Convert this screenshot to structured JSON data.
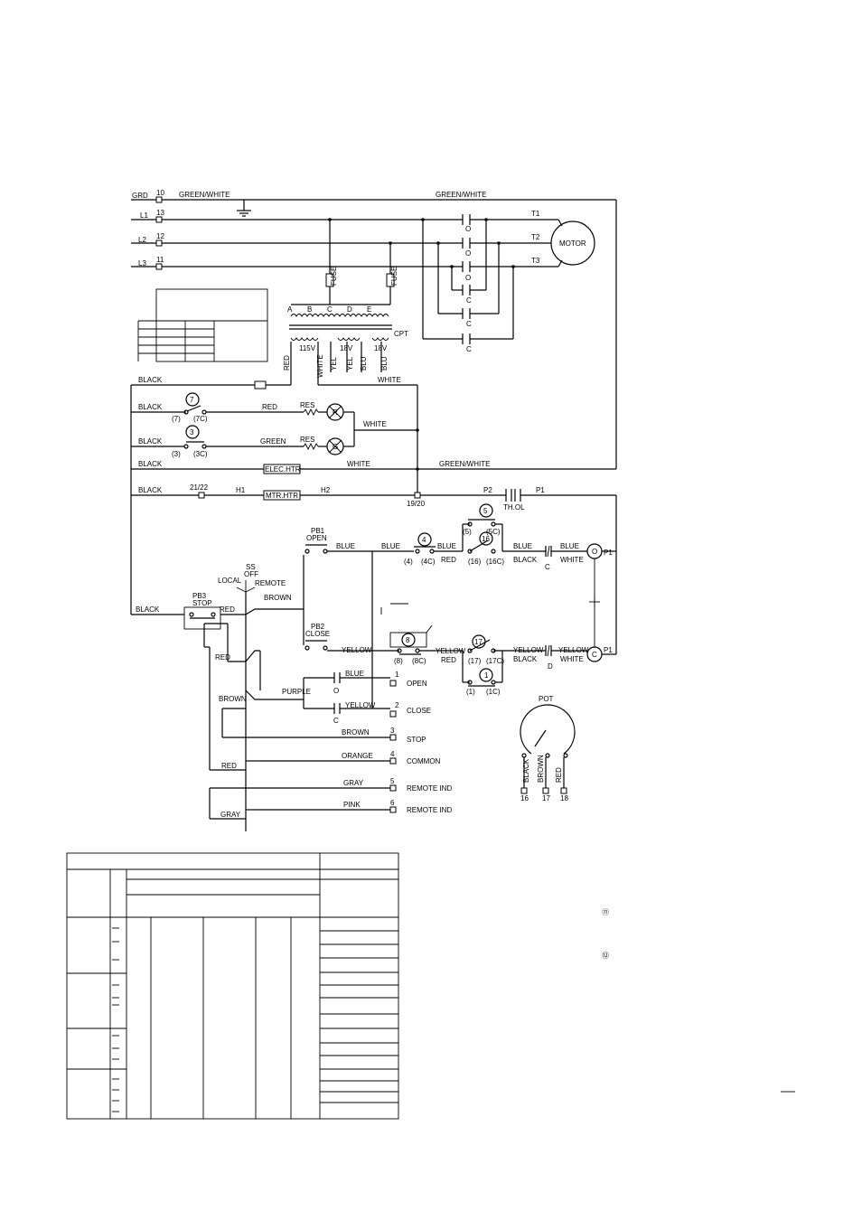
{
  "power": {
    "grd": "GRD",
    "l1": "L1",
    "l2": "L2",
    "l3": "L3",
    "t10": "10",
    "t13": "13",
    "t12": "12",
    "t11": "11",
    "green_white": "GREEN/WHITE",
    "green_white_r": "GREEN/WHITE",
    "T1": "T1",
    "T2": "T2",
    "T3": "T3",
    "motor": "MOTOR",
    "fuse_label": "FUSE"
  },
  "contacts": {
    "o": "O",
    "c": "C"
  },
  "transformer": {
    "taps": [
      "A",
      "B",
      "C",
      "D",
      "E"
    ],
    "cpt": "CPT",
    "v115": "115V",
    "v18": "18V",
    "v18b": "18V",
    "red": "RED",
    "white": "WHITE",
    "yel": "YEL",
    "yel2": "YEL",
    "blu": "BLU",
    "blu2": "BLU",
    "white_out": "WHITE"
  },
  "lamps": {
    "black1": "BLACK",
    "black2": "BLACK",
    "black3": "BLACK",
    "black4": "BLACK",
    "black5": "BLACK",
    "n7": "7",
    "n7a": "(7)",
    "n7b": "(7C)",
    "n3": "3",
    "n3a": "(3)",
    "n3b": "(3C)",
    "red": "RED",
    "green": "GREEN",
    "res1": "RES",
    "res2": "RES",
    "r": "R",
    "g": "G",
    "white": "WHITE",
    "white2": "WHITE",
    "elec_htr": "ELEC.HTR",
    "green_white": "GREEN/WHITE",
    "n2122": "21/22",
    "h1": "H1",
    "h2": "H2",
    "mtr_htr": "MTR.HTR",
    "n1920": "19/20",
    "p2": "P2",
    "p1": "P1",
    "thol": "TH.OL"
  },
  "control": {
    "pb1": "PB1",
    "open": "OPEN",
    "pb3": "PB3",
    "stop": "STOP",
    "pb2": "PB2",
    "close": "CLOSE",
    "ss": "SS",
    "off": "OFF",
    "local": "LOCAL",
    "remote": "REMOTE",
    "blue": "BLUE",
    "blue2": "BLUE",
    "blue3": "BLUE",
    "blue4": "BLUE",
    "red1": "RED",
    "red2": "RED",
    "red3": "RED",
    "red4": "RED",
    "red5": "RED",
    "brown": "BROWN",
    "brown2": "BROWN",
    "brown3": "BROWN",
    "black": "BLACK",
    "black2": "BLACK",
    "black3": "BLACK",
    "white": "WHITE",
    "white2": "WHITE",
    "yellow": "YELLOW",
    "yellow2": "YELLOW",
    "yellow3": "YELLOW",
    "yellow4": "YELLOW",
    "yellow5": "YELLOW",
    "purple": "PURPLE",
    "orange": "ORANGE",
    "gray": "GRAY",
    "gray2": "GRAY",
    "pink": "PINK",
    "n4": "4",
    "n4a": "(4)",
    "n4b": "(4C)",
    "n5": "5",
    "n5a": "(5)",
    "n5b": "(5C)",
    "n16": "16",
    "n16a": "(16)",
    "n16b": "(16C)",
    "n8": "8",
    "n8a": "(8)",
    "n8b": "(8C)",
    "n17": "17",
    "n17a": "(17)",
    "n17b": "(17C)",
    "n1": "1",
    "n1a": "(1)",
    "n1b": "(1C)",
    "o": "O",
    "c": "C",
    "cd": "C",
    "dd": "D",
    "p1a": "P1",
    "p1b": "P1"
  },
  "terminals": [
    {
      "n": "1",
      "label": "OPEN"
    },
    {
      "n": "2",
      "label": "CLOSE"
    },
    {
      "n": "3",
      "label": "STOP"
    },
    {
      "n": "4",
      "label": "COMMON"
    },
    {
      "n": "5",
      "label": "REMOTE IND"
    },
    {
      "n": "6",
      "label": "REMOTE IND"
    }
  ],
  "pot": {
    "label": "POT",
    "black": "BLACK",
    "brown": "BROWN",
    "red": "RED",
    "t16": "16",
    "t17": "17",
    "t18": "18"
  },
  "legend": {
    "s1": "⑪",
    "s2": "⑫"
  }
}
